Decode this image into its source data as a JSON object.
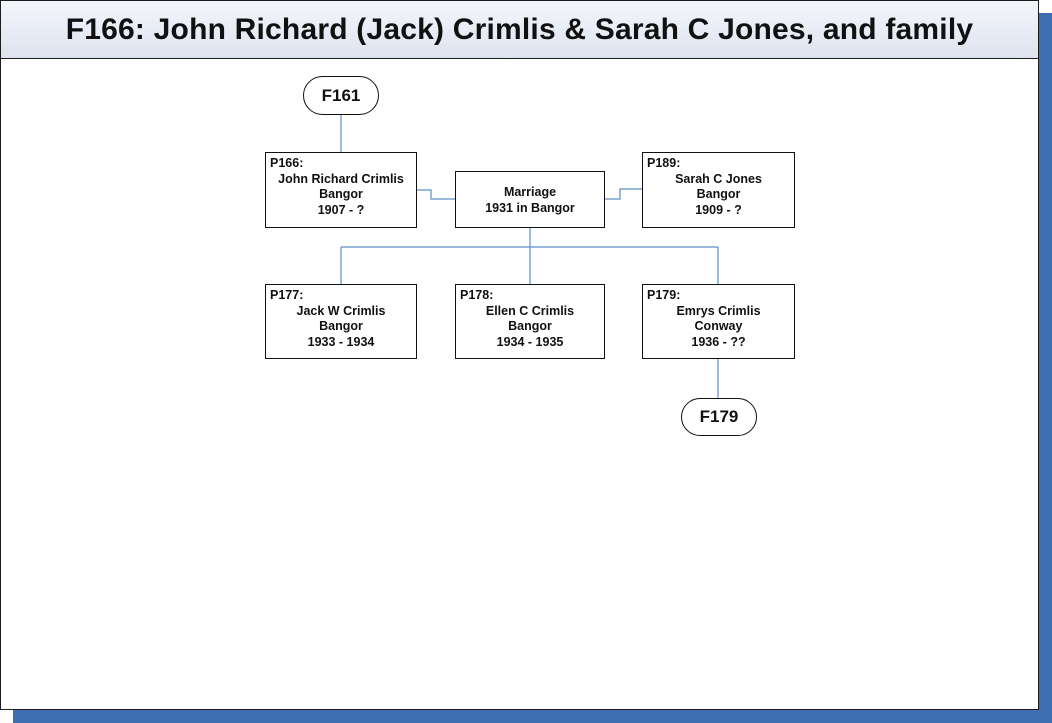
{
  "title": "F166: John Richard (Jack) Crimlis & Sarah C Jones, and family",
  "family_links": {
    "parent_family": "F161",
    "child_family": "F179"
  },
  "marriage": {
    "label": "Marriage",
    "detail": "1931 in Bangor"
  },
  "husband": {
    "id": "P166:",
    "name": "John Richard Crimlis",
    "place": "Bangor",
    "years": "1907 - ?"
  },
  "wife": {
    "id": "P189:",
    "name": "Sarah C Jones",
    "place": "Bangor",
    "years": "1909 - ?"
  },
  "children": [
    {
      "id": "P177:",
      "name": "Jack W Crimlis",
      "place": "Bangor",
      "years": "1933 - 1934"
    },
    {
      "id": "P178:",
      "name": "Ellen C Crimlis",
      "place": "Bangor",
      "years": "1934 - 1935"
    },
    {
      "id": "P179:",
      "name": "Emrys Crimlis",
      "place": "Conway",
      "years": "1936 - ??"
    }
  ],
  "colors": {
    "connector": "#5b8fc7",
    "shadow": "#3f6fb3",
    "title_background": "#dde3ef"
  }
}
